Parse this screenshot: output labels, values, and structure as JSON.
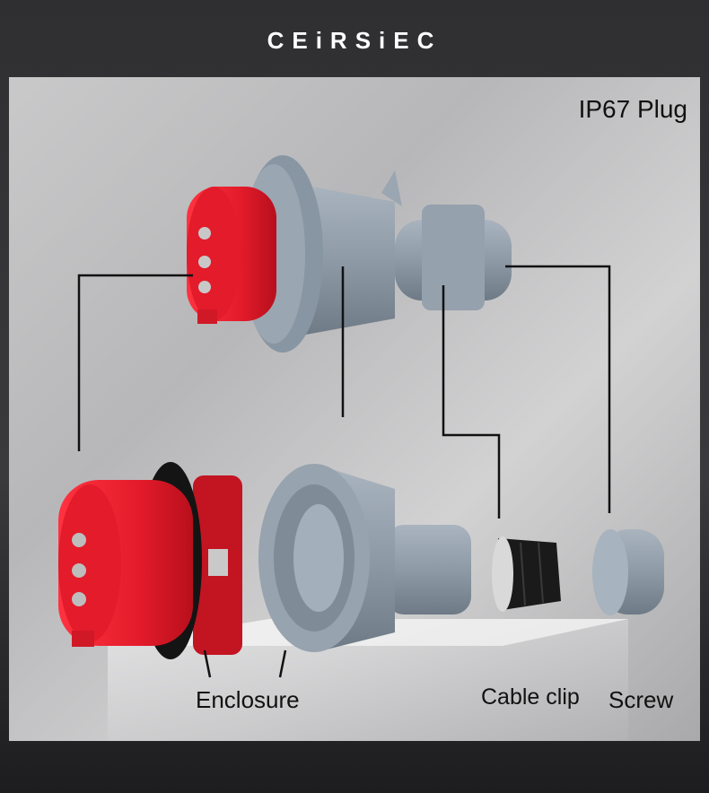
{
  "brand": "CEiRSiEC",
  "title": "IP67  Plug",
  "labels": {
    "enclosure": "Enclosure",
    "cable_clip": "Cable clip",
    "screw": "Screw"
  },
  "colors": {
    "plug_red": "#e31b2a",
    "housing_gray": "#8e9aa6",
    "clip_black": "#141414"
  }
}
